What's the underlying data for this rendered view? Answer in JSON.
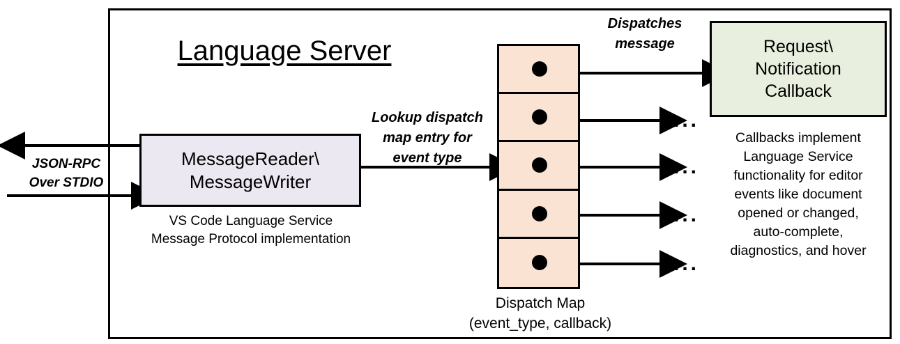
{
  "diagram": {
    "frame_title": "Language Server",
    "border_color": "#000000"
  },
  "message_box": {
    "line1": "MessageReader\\",
    "line2": "MessageWriter",
    "fill_color": "#EBE8F1",
    "caption_line1": "VS Code Language Service",
    "caption_line2": "Message Protocol implementation"
  },
  "external_io": {
    "label_line1": "JSON-RPC",
    "label_line2": "Over STDIO",
    "outbound_arrow": "arrow-left",
    "inbound_arrow": "arrow-right"
  },
  "lookup_edge": {
    "line1": "Lookup dispatch",
    "line2": "map entry for",
    "line3": "event type"
  },
  "dispatch_map": {
    "fill_color": "#FBE3D3",
    "rows": [
      {
        "marker": "callback-dot"
      },
      {
        "marker": "callback-dot"
      },
      {
        "marker": "callback-dot"
      },
      {
        "marker": "callback-dot"
      },
      {
        "marker": "callback-dot"
      }
    ],
    "caption_line1": "Dispatch Map",
    "caption_line2": "(event_type, callback)",
    "continuation_marker": "..."
  },
  "dispatch_edge": {
    "line1": "Dispatches",
    "line2": "message"
  },
  "callback_box": {
    "line1": "Request\\",
    "line2": "Notification",
    "line3": "Callback",
    "fill_color": "#E9EFDE",
    "caption_line1": "Callbacks implement",
    "caption_line2": "Language Service",
    "caption_line3": "functionality for editor",
    "caption_line4": "events like document",
    "caption_line5": "opened or changed,",
    "caption_line6": "auto-complete,",
    "caption_line7": "diagnostics, and hover"
  }
}
